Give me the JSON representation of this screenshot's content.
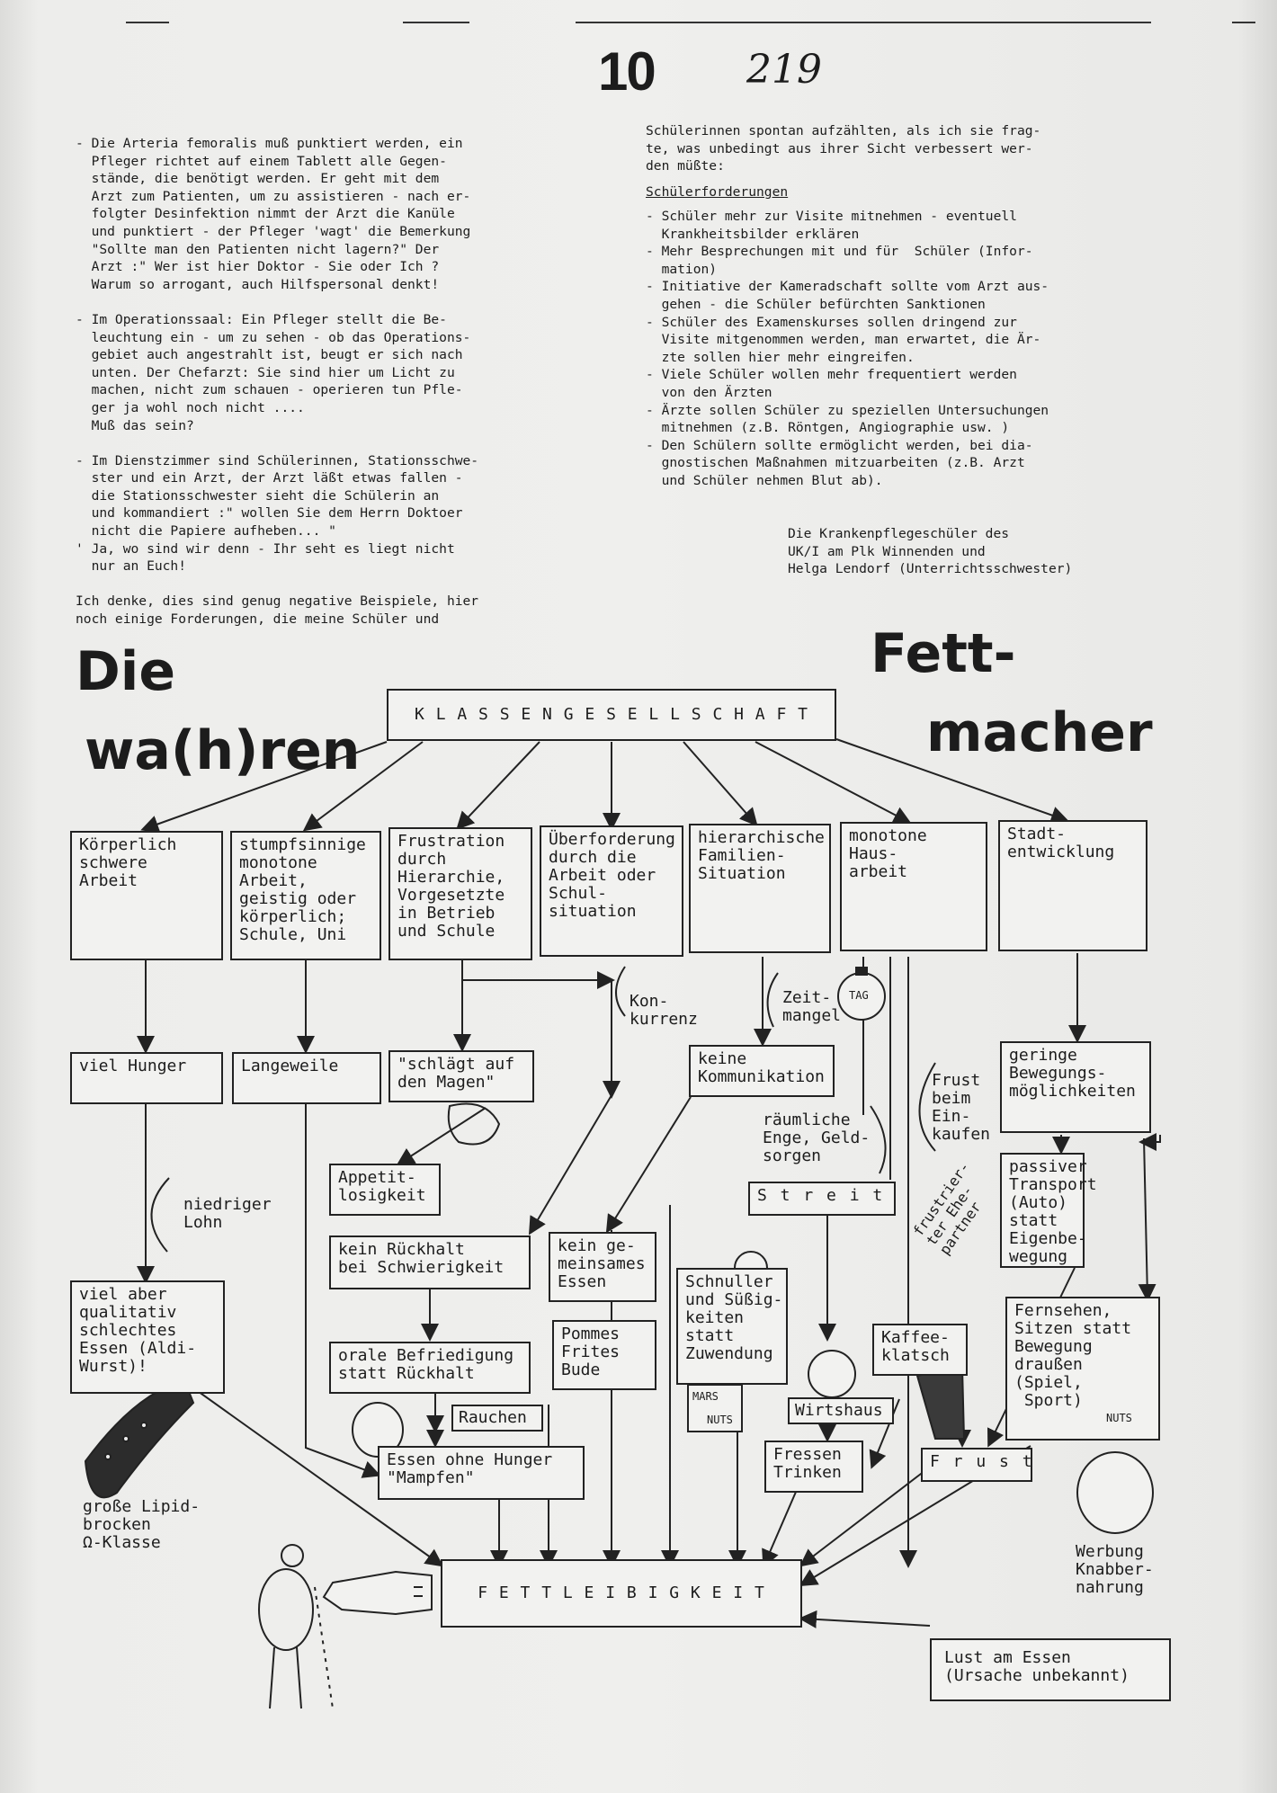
{
  "header": {
    "page_number": "10",
    "handwritten_number": "219"
  },
  "article": {
    "left_column": "- Die Arteria femoralis muß punktiert werden, ein\n  Pfleger richtet auf einem Tablett alle Gegen-\n  stände, die benötigt werden. Er geht mit dem\n  Arzt zum Patienten, um zu assistieren - nach er-\n  folgter Desinfektion nimmt der Arzt die Kanüle\n  und punktiert - der Pfleger 'wagt' die Bemerkung\n  \"Sollte man den Patienten nicht lagern?\" Der\n  Arzt :\" Wer ist hier Doktor - Sie oder Ich ?\n  Warum so arrogant, auch Hilfspersonal denkt!\n\n- Im Operationssaal: Ein Pfleger stellt die Be-\n  leuchtung ein - um zu sehen - ob das Operations-\n  gebiet auch angestrahlt ist, beugt er sich nach\n  unten. Der Chefarzt: Sie sind hier um Licht zu\n  machen, nicht zum schauen - operieren tun Pfle-\n  ger ja wohl noch nicht ....\n  Muß das sein?\n\n- Im Dienstzimmer sind Schülerinnen, Stationsschwe-\n  ster und ein Arzt, der Arzt läßt etwas fallen -\n  die Stationsschwester sieht die Schülerin an\n  und kommandiert :\" wollen Sie dem Herrn Doktoer\n  nicht die Papiere aufheben... \"\n' Ja, wo sind wir denn - Ihr seht es liegt nicht\n  nur an Euch!\n\nIch denke, dies sind genug negative Beispiele, hier\nnoch einige Forderungen, die meine Schüler und",
    "right_intro": "Schülerinnen spontan aufzählten, als ich sie frag-\nte, was unbedingt aus ihrer Sicht verbessert wer-\nden müßte:",
    "demands_heading": "Schülerforderungen",
    "demands": "- Schüler mehr zur Visite mitnehmen - eventuell\n  Krankheitsbilder erklären\n- Mehr Besprechungen mit und für  Schüler (Infor-\n  mation)\n- Initiative der Kameradschaft sollte vom Arzt aus-\n  gehen - die Schüler befürchten Sanktionen\n- Schüler des Examenskurses sollen dringend zur\n  Visite mitgenommen werden, man erwartet, die Är-\n  zte sollen hier mehr eingreifen.\n- Viele Schüler wollen mehr frequentiert werden\n  von den Ärzten\n- Ärzte sollen Schüler zu speziellen Untersuchungen\n  mitnehmen (z.B. Röntgen, Angiographie usw. )\n- Den Schülern sollte ermöglicht werden, bei dia-\n  gnostischen Maßnahmen mitzuarbeiten (z.B. Arzt\n  und Schüler nehmen Blut ab).",
    "signature": "Die Krankenpflegeschüler des\nUK/I am Plk Winnenden und\nHelga Lendorf (Unterrichtsschwester)"
  },
  "diagram": {
    "title_left_1": "Die",
    "title_left_2": "wa(h)ren",
    "title_right_1": "Fett-",
    "title_right_2": "macher",
    "root": "K L A S S E N G E S E L L S C H A F T",
    "causes": {
      "c1": "Körperlich\nschwere\nArbeit",
      "c2": "stumpfsinnige\nmonotone\nArbeit,\ngeistig oder\nkörperlich;\nSchule, Uni",
      "c3": "Frustration\ndurch\nHierarchie,\nVorgesetzte\nin Betrieb\nund Schule",
      "c4": "Überforderung\ndurch die\nArbeit oder\nSchul-\nsituation",
      "c5": "hierarchische\nFamilien-\nSituation",
      "c6": "monotone\nHaus-\narbeit",
      "c7": "Stadt-\nentwicklung"
    },
    "nodes": {
      "viel_hunger": "viel Hunger",
      "langeweile": "Langeweile",
      "schlaegt_magen": "\"schlägt auf\nden Magen\"",
      "keine_kommunikation": "keine\nKommunikation",
      "geringe_bewegung": "geringe\nBewegungs-\nmöglichkeiten",
      "appetitlosigkeit": "Appetit-\nlosigkeit",
      "kein_rueckhalt": "kein Rückhalt\nbei Schwierigkeit",
      "kein_essen": "kein ge-\nmeinsames\nEssen",
      "streit": "S t r e i t",
      "passiver_transport": "passiver\nTransport\n(Auto)\nstatt\nEigenbe-\nwegung",
      "viel_schlechtes_essen": "viel aber\nqualitativ\nschlechtes\nEssen (Aldi-\nWurst)!",
      "schnuller": "Schnuller\nund Süßig-\nkeiten\nstatt\nZuwendung",
      "kaffeeklatsch": "Kaffee-\nklatsch",
      "fernsehen": "Fernsehen,\nSitzen statt\nBewegung\ndraußen\n(Spiel,\n Sport)",
      "orale_befriedigung": "orale Befriedigung\nstatt Rückhalt",
      "pommes": "Pommes\nFrites\nBude",
      "rauchen": "Rauchen",
      "wirtshaus": "Wirtshaus",
      "essen_ohne_hunger": "Essen ohne Hunger\n\"Mampfen\"",
      "fressen_trinken": "Fressen\nTrinken",
      "frust": "F r u s t",
      "fettleibigkeit": "F E T T L E I B I G K E I T",
      "lust_am_essen": "Lust am Essen\n(Ursache unbekannt)"
    },
    "labels": {
      "konkurrenz": "Kon-\nkurrenz",
      "zeitmangel": "Zeit-\nmangel",
      "niedriger_lohn": "niedriger\nLohn",
      "enge": "räumliche\nEnge, Geld-\nsorgen",
      "frust_einkaufen": "Frust\nbeim\nEin-\nkaufen",
      "frustrierter_partner": "frustrier-\nter Ehe-\npartner",
      "lipid": "große Lipid-\nbrocken\nΩ-Klasse",
      "werbung": "Werbung\nKnabber-\nnahrung",
      "mars": "MARS",
      "nuts": "NUTS",
      "nuts_jar": "NUTS",
      "uhr": "TAG"
    }
  }
}
